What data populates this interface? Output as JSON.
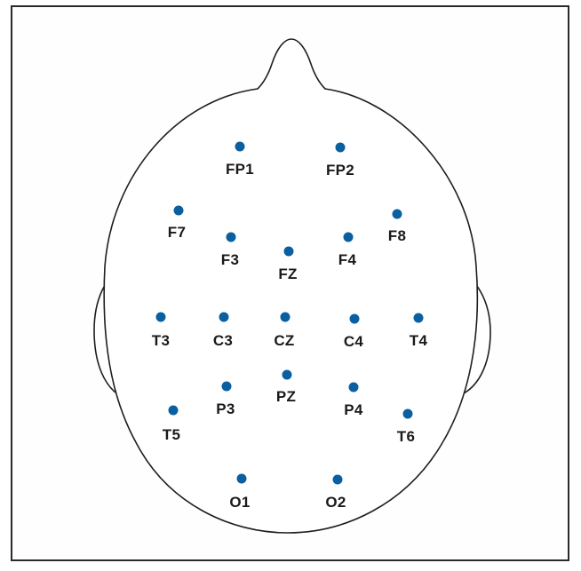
{
  "colors": {
    "electrode": "#0a5fa0",
    "outline": "#1e1e1e",
    "label": "#1a1a1a"
  },
  "electrodes": [
    {
      "id": "fp1",
      "label": "FP1"
    },
    {
      "id": "fp2",
      "label": "FP2"
    },
    {
      "id": "f7",
      "label": "F7"
    },
    {
      "id": "f8",
      "label": "F8"
    },
    {
      "id": "f3",
      "label": "F3"
    },
    {
      "id": "fz",
      "label": "FZ"
    },
    {
      "id": "f4",
      "label": "F4"
    },
    {
      "id": "t3",
      "label": "T3"
    },
    {
      "id": "c3",
      "label": "C3"
    },
    {
      "id": "cz",
      "label": "CZ"
    },
    {
      "id": "c4",
      "label": "C4"
    },
    {
      "id": "t4",
      "label": "T4"
    },
    {
      "id": "p3",
      "label": "P3"
    },
    {
      "id": "pz",
      "label": "PZ"
    },
    {
      "id": "p4",
      "label": "P4"
    },
    {
      "id": "t5",
      "label": "T5"
    },
    {
      "id": "t6",
      "label": "T6"
    },
    {
      "id": "o1",
      "label": "O1"
    },
    {
      "id": "o2",
      "label": "O2"
    }
  ]
}
